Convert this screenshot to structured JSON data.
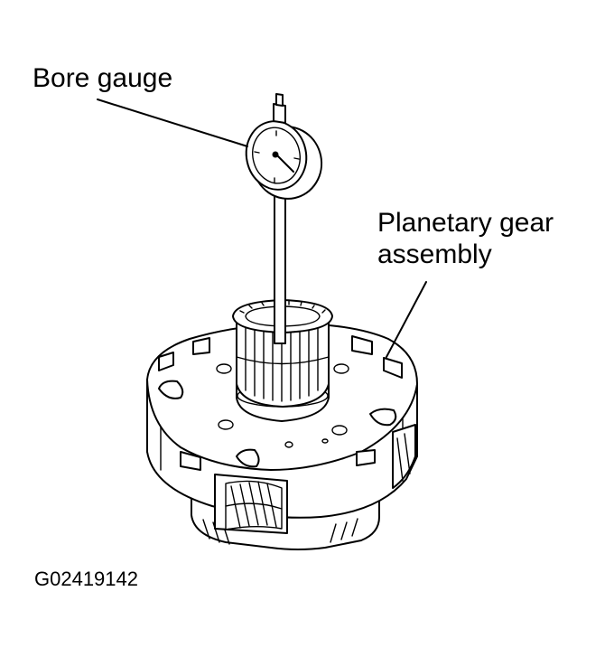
{
  "labels": {
    "bore_gauge": "Bore gauge",
    "planetary_line1": "Planetary gear",
    "planetary_line2": "assembly"
  },
  "figure_id": "G02419142",
  "colors": {
    "line": "#000000",
    "background": "#ffffff"
  }
}
